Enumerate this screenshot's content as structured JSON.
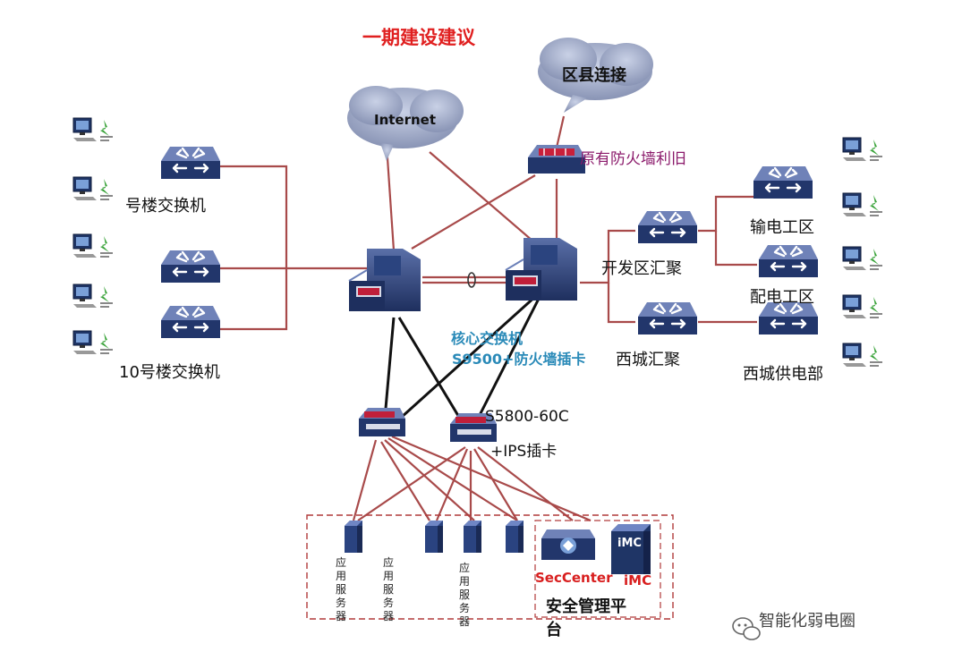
{
  "title": "一期建设建议",
  "clouds": {
    "internet": "Internet",
    "district": "区县连接"
  },
  "firewall_label": "原有防火墙利旧",
  "left_switches": {
    "top": "号楼交换机",
    "bottom": "10号楼交换机"
  },
  "core": {
    "label1": "核心交换机",
    "label2": "S9500+防火墙插卡"
  },
  "access": {
    "label1": "S5800-60C",
    "label2": "+IPS插卡"
  },
  "right": {
    "dev_agg": "开发区汇聚",
    "west_agg": "西城汇聚",
    "transmission": "输电工区",
    "distribution": "配电工区",
    "west_supply": "西城供电部"
  },
  "servers": {
    "app1": "应用服务器",
    "app2": "应用服务器",
    "app3": "应用服务器"
  },
  "security": {
    "seccenter": "SecCenter",
    "imc": "iMC",
    "platform": "安全管理平台",
    "imc_box": "iMC"
  },
  "watermark": "智能化弱电圈",
  "colors": {
    "link_red": "#a84a4a",
    "link_black": "#111111",
    "device_navy": "#243a6e",
    "cloud": "#9aa5c3",
    "title_red": "#e02020"
  }
}
